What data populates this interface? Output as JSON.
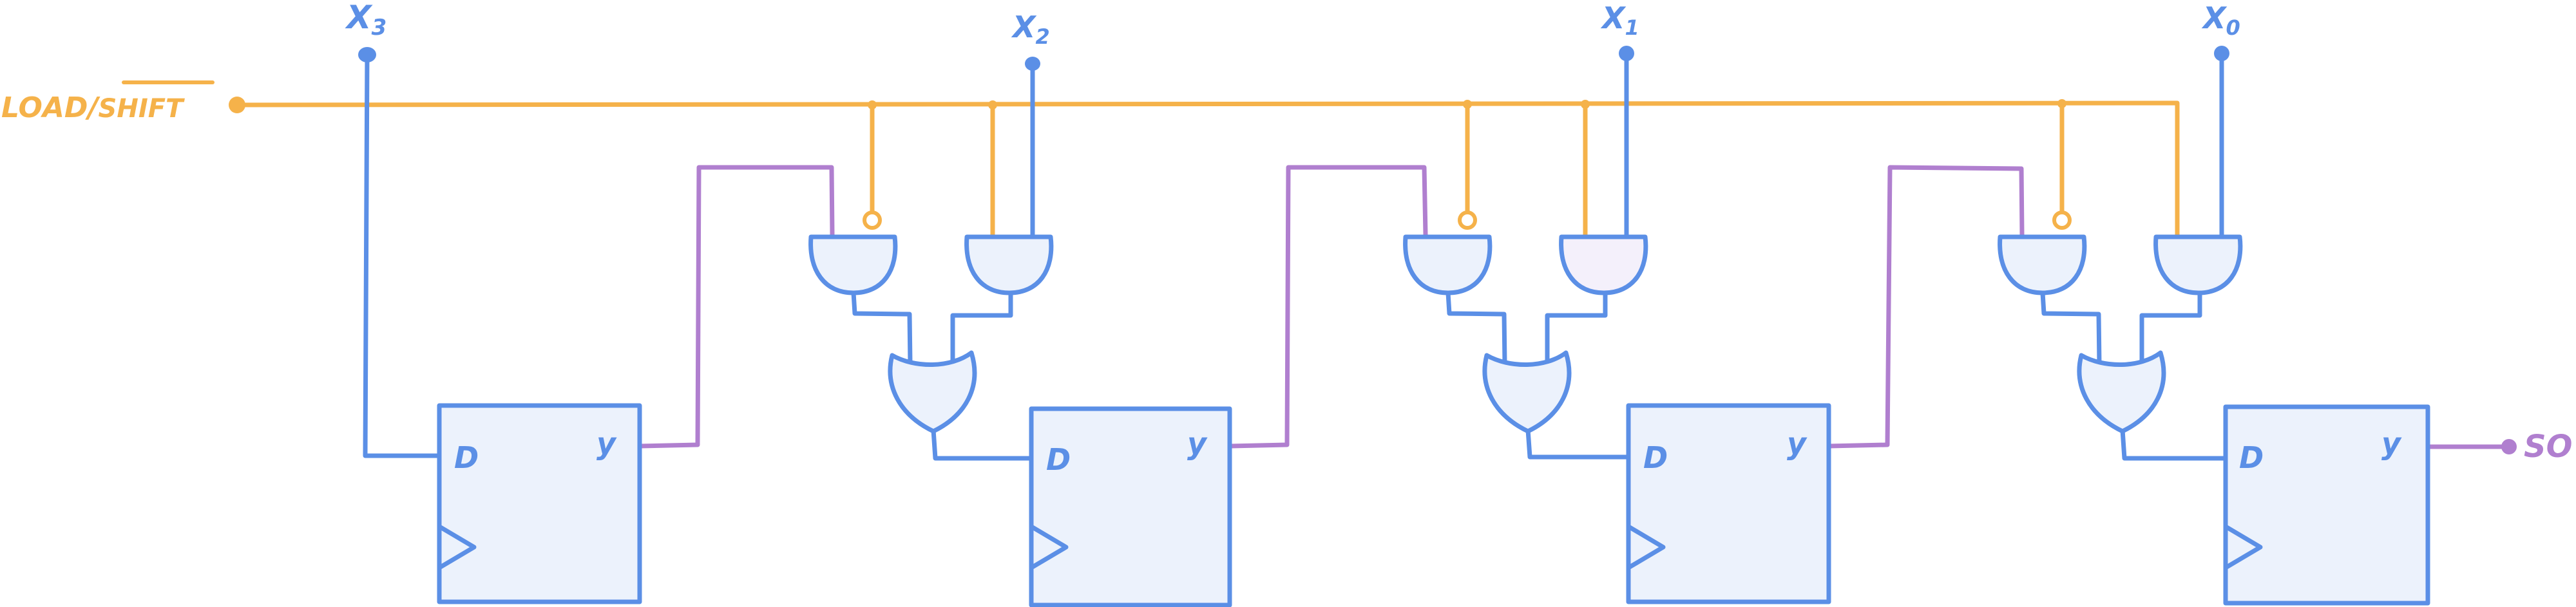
{
  "diagram": {
    "signals": {
      "load_shift": {
        "part1": "LOAD/",
        "part2": "SHIFT",
        "overbar": true
      },
      "serial_out": "SO"
    },
    "inputs": [
      {
        "main": "X",
        "sub": "3"
      },
      {
        "main": "X",
        "sub": "2"
      },
      {
        "main": "X",
        "sub": "1"
      },
      {
        "main": "X",
        "sub": "0"
      }
    ],
    "flipflops": [
      {
        "d_label": "D",
        "q_label": "y"
      },
      {
        "d_label": "D",
        "q_label": "y"
      },
      {
        "d_label": "D",
        "q_label": "y"
      },
      {
        "d_label": "D",
        "q_label": "y"
      }
    ],
    "colors": {
      "control": "#f5b24a",
      "data": "#5b8fe6",
      "shift_path": "#b07fcf",
      "fill": "#ecf2fc",
      "fill_alt": "#f4f0fb"
    }
  }
}
